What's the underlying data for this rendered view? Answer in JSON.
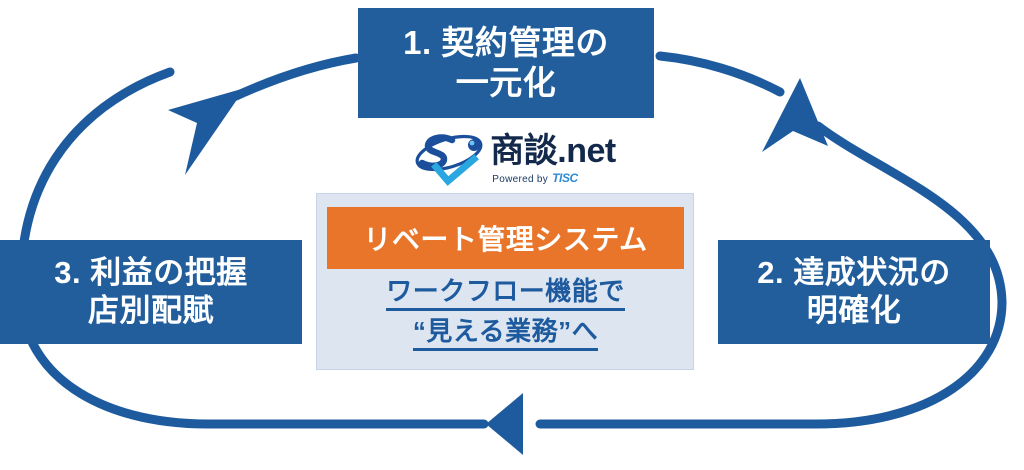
{
  "diagram": {
    "title": "rebate-management-cycle",
    "colors": {
      "box_blue": "#215E9B",
      "arrow_blue": "#1E5B9E",
      "banner_orange": "#E8752A",
      "panel_background": "#DDE5F1",
      "panel_border": "#C7D3E6",
      "logo_navy": "#13294B",
      "logo_cyan": "#2E8BD6",
      "text_white": "#FFFFFF"
    },
    "steps": [
      {
        "id": "step-1",
        "number": "1.",
        "line1": "1. 契約管理の",
        "line2": "一元化",
        "position": "top"
      },
      {
        "id": "step-2",
        "number": "2.",
        "line1": "2. 達成状況の",
        "line2": "明確化",
        "position": "right"
      },
      {
        "id": "step-3",
        "number": "3.",
        "line1": "3. 利益の把握",
        "line2": "店別配賦",
        "position": "left"
      }
    ],
    "logo": {
      "wordmark": "商談.net",
      "powered_by": "Powered by",
      "brand": "TISC",
      "mark_name": "s-orbit-check-logo"
    },
    "banner": {
      "label": "リベート管理システム"
    },
    "workflow": {
      "line1": "ワークフロー機能で",
      "line2": "“見える業務”へ"
    },
    "arrows": [
      {
        "id": "arrow-left-up",
        "direction": "up-right",
        "from": "step-3",
        "to": "step-1"
      },
      {
        "id": "arrow-right-up",
        "direction": "up-left",
        "from": "step-2",
        "to": "step-1"
      },
      {
        "id": "arrow-bottom-left",
        "direction": "left",
        "from": "step-2",
        "to": "step-3"
      }
    ]
  }
}
